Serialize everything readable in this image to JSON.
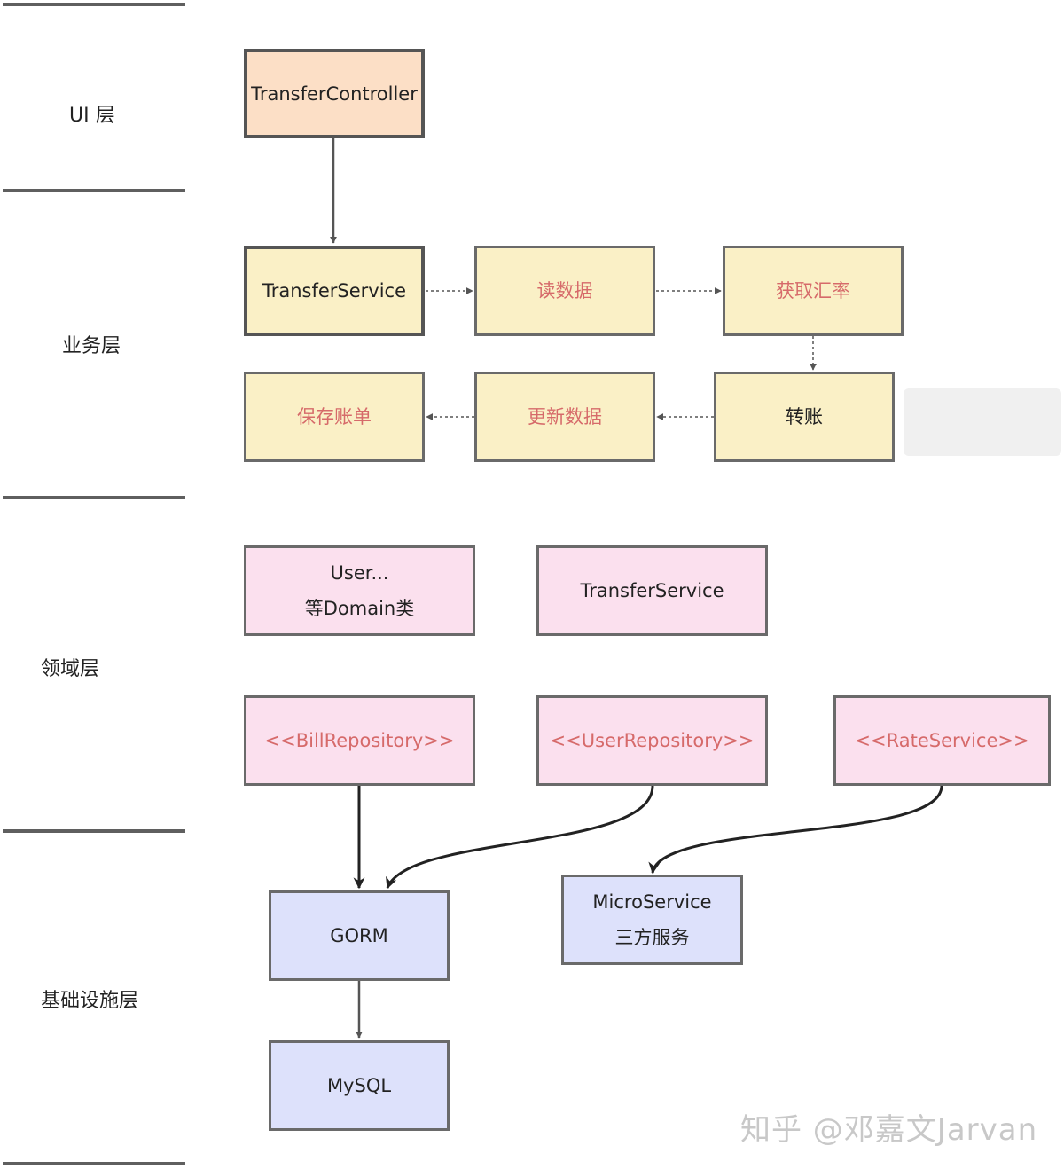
{
  "layers": [
    {
      "label": "UI 层"
    },
    {
      "label": "业务层"
    },
    {
      "label": "领域层"
    },
    {
      "label": "基础设施层"
    }
  ],
  "ui_layer": {
    "transfer_controller": "TransferController"
  },
  "business_layer": {
    "transfer_service": "TransferService",
    "read_data": "读数据",
    "get_rate": "获取汇率",
    "transfer": "转账",
    "update_data": "更新数据",
    "save_bill": "保存账单"
  },
  "domain_layer": {
    "user_domain_line1": "User...",
    "user_domain_line2": "等Domain类",
    "transfer_service": "TransferService",
    "bill_repository": "<<BillRepository>>",
    "user_repository": "<<UserRepository>>",
    "rate_service": "<<RateService>>"
  },
  "infrastructure_layer": {
    "gorm": "GORM",
    "mysql": "MySQL",
    "microservice_line1": "MicroService",
    "microservice_line2": "三方服务"
  },
  "watermark": "知乎 @邓嘉文Jarvan",
  "colors": {
    "ui": "#fcdfc6",
    "business": "#faf0c6",
    "domain": "#fbe0ee",
    "infrastructure": "#dde1fb",
    "highlight_text": "#d66a6a"
  }
}
